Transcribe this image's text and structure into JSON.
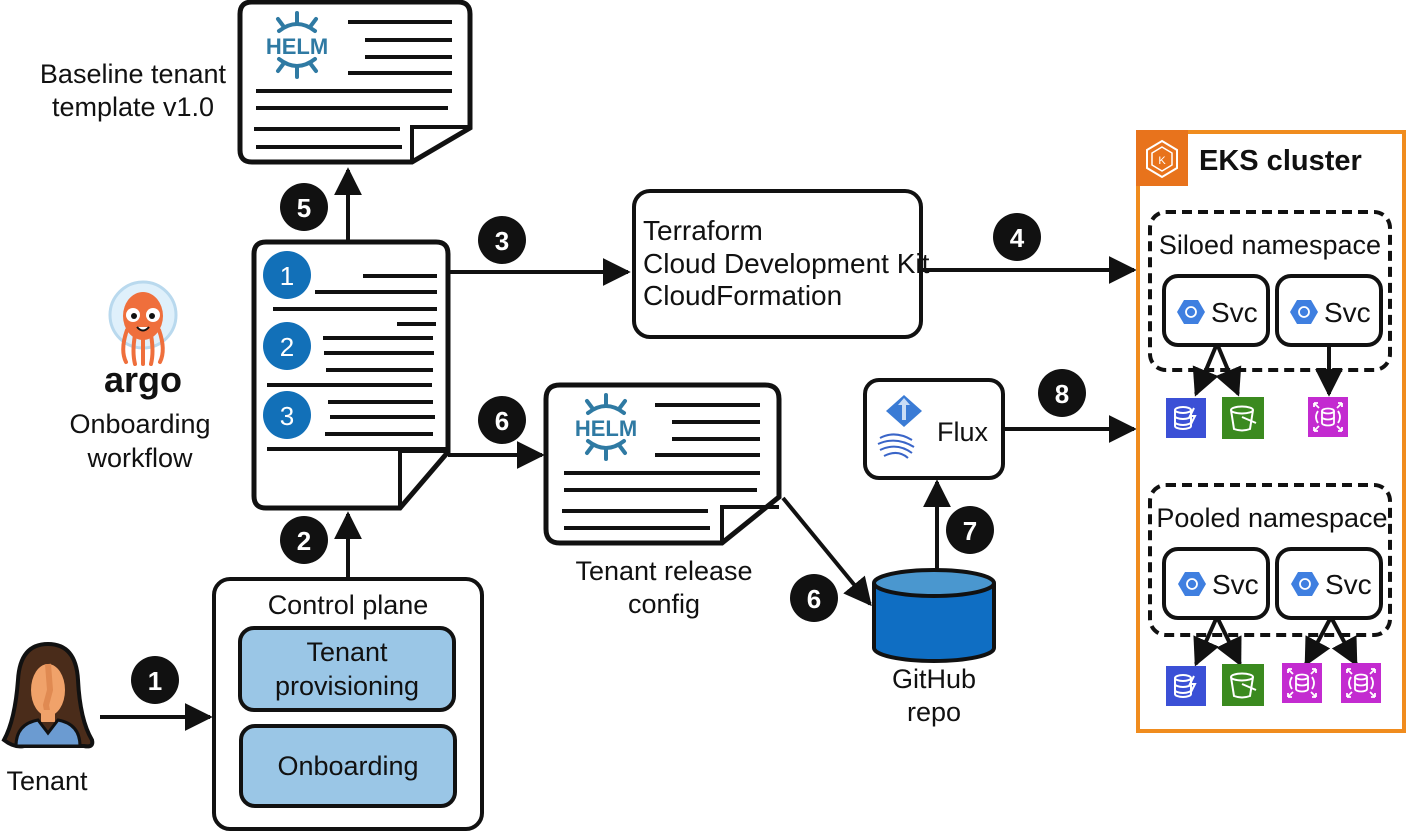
{
  "diagram": {
    "type": "architecture-flow",
    "colors": {
      "stroke": "#111111",
      "step_badge": "#111111",
      "doc_step_badge": "#1270b8",
      "helm": "#2f7aa3",
      "control_plane_fill": "#9ac6e6",
      "eks_border": "#f08c1e",
      "eks_header": "#e8731c",
      "repo_fill": "#0f6ec3",
      "repo_top": "#4a97cf",
      "svc_hex": "#3f7fe0",
      "dynamodb": "#3b50d6",
      "s3": "#3b8a1f",
      "rds": "#c32bd0",
      "argo": "#ef6f3c",
      "tenant_hair": "#4a2c1a",
      "tenant_skin": "#f0a26a",
      "tenant_shirt": "#6b9bd1"
    },
    "baseline_template": {
      "label_line1": "Baseline tenant",
      "label_line2": "template v1.0",
      "logo": "HELM"
    },
    "argo": {
      "logo_text": "argo",
      "label_line1": "Onboarding",
      "label_line2": "workflow"
    },
    "workflow_doc": {
      "steps": [
        "1",
        "2",
        "3"
      ]
    },
    "iac_box": {
      "line1": "Terraform",
      "line2": "Cloud Development Kit",
      "line3": "CloudFormation"
    },
    "release_config": {
      "logo": "HELM",
      "label_line1": "Tenant release",
      "label_line2": "config"
    },
    "flux": {
      "label": "Flux"
    },
    "repo": {
      "label_line1": "GitHub",
      "label_line2": "repo"
    },
    "control_plane": {
      "title": "Control plane",
      "item1_line1": "Tenant",
      "item1_line2": "provisioning",
      "item2": "Onboarding"
    },
    "tenant": {
      "label": "Tenant"
    },
    "eks": {
      "title": "EKS cluster",
      "icon_letter": "K",
      "siloed": {
        "title": "Siloed namespace",
        "services": [
          "Svc",
          "Svc"
        ],
        "resources": [
          "dynamodb",
          "s3",
          "rds"
        ]
      },
      "pooled": {
        "title": "Pooled namespace",
        "services": [
          "Svc",
          "Svc"
        ],
        "resources": [
          "dynamodb",
          "s3",
          "rds",
          "rds"
        ]
      }
    },
    "step_labels": {
      "s1": "1",
      "s2": "2",
      "s3": "3",
      "s4": "4",
      "s5": "5",
      "s6a": "6",
      "s6b": "6",
      "s7": "7",
      "s8": "8"
    }
  }
}
